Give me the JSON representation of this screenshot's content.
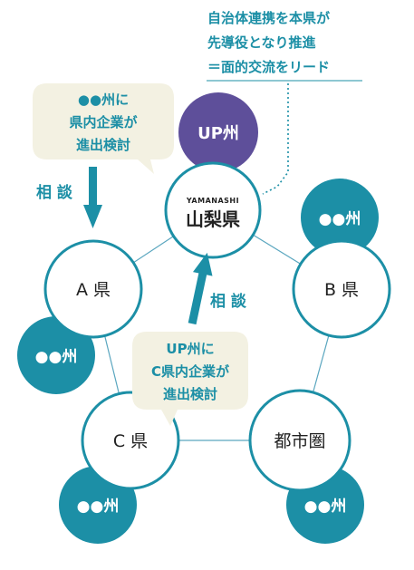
{
  "colors": {
    "teal": "#1c8fa6",
    "purple": "#5e4f9a",
    "line": "#5aa6bf",
    "bubble": "#f3f1e2",
    "dark": "#222222"
  },
  "annotation": {
    "line1": "自治体連携を本県が",
    "line2": "先導役となり推進",
    "line3": "＝面的交流をリード"
  },
  "bubble_top": {
    "line1": "●●州に",
    "line2": "県内企業が",
    "line3": "進出検討"
  },
  "bubble_mid": {
    "line1": "UP州に",
    "line2": "C県内企業が",
    "line3": "進出検討"
  },
  "consult": {
    "top": "相 談",
    "mid": "相 談"
  },
  "nodes": {
    "yamanashi_en": "YAMANASHI",
    "yamanashi": "山梨県",
    "a": "A 県",
    "b": "B 県",
    "c": "C 県",
    "metro": "都市圏"
  },
  "states": {
    "up": "UP州",
    "b": "●●州",
    "a": "●●州",
    "c": "●●州",
    "metro": "●●州"
  }
}
